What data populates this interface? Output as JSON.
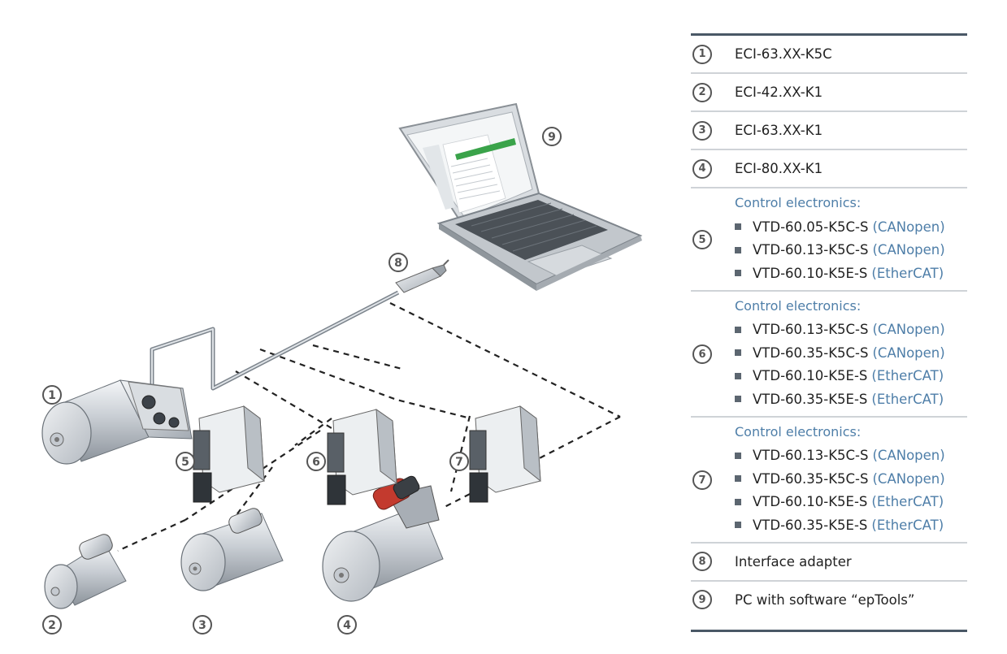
{
  "badges": [
    "1",
    "2",
    "3",
    "4",
    "5",
    "6",
    "7",
    "8",
    "9"
  ],
  "legend": {
    "rows": [
      {
        "num": "1",
        "type": "simple",
        "text": "ECI-63.XX-K5C"
      },
      {
        "num": "2",
        "type": "simple",
        "text": "ECI-42.XX-K1"
      },
      {
        "num": "3",
        "type": "simple",
        "text": "ECI-63.XX-K1"
      },
      {
        "num": "4",
        "type": "simple",
        "text": "ECI-80.XX-K1"
      },
      {
        "num": "5",
        "type": "group",
        "heading": "Control electronics:",
        "items": [
          {
            "model": "VTD-60.05-K5C-S",
            "protocol": "(CANopen)"
          },
          {
            "model": "VTD-60.13-K5C-S",
            "protocol": "(CANopen)"
          },
          {
            "model": "VTD-60.10-K5E-S",
            "protocol": "(EtherCAT)"
          }
        ]
      },
      {
        "num": "6",
        "type": "group",
        "heading": "Control electronics:",
        "items": [
          {
            "model": "VTD-60.13-K5C-S",
            "protocol": "(CANopen)"
          },
          {
            "model": "VTD-60.35-K5C-S",
            "protocol": "(CANopen)"
          },
          {
            "model": "VTD-60.10-K5E-S",
            "protocol": "(EtherCAT)"
          },
          {
            "model": "VTD-60.35-K5E-S",
            "protocol": "(EtherCAT)"
          }
        ]
      },
      {
        "num": "7",
        "type": "group",
        "heading": "Control electronics:",
        "items": [
          {
            "model": "VTD-60.13-K5C-S",
            "protocol": "(CANopen)"
          },
          {
            "model": "VTD-60.35-K5C-S",
            "protocol": "(CANopen)"
          },
          {
            "model": "VTD-60.10-K5E-S",
            "protocol": "(EtherCAT)"
          },
          {
            "model": "VTD-60.35-K5E-S",
            "protocol": "(EtherCAT)"
          }
        ]
      },
      {
        "num": "8",
        "type": "simple",
        "text": "Interface adapter"
      },
      {
        "num": "9",
        "type": "simple",
        "text": "PC with software “epTools”"
      }
    ]
  }
}
